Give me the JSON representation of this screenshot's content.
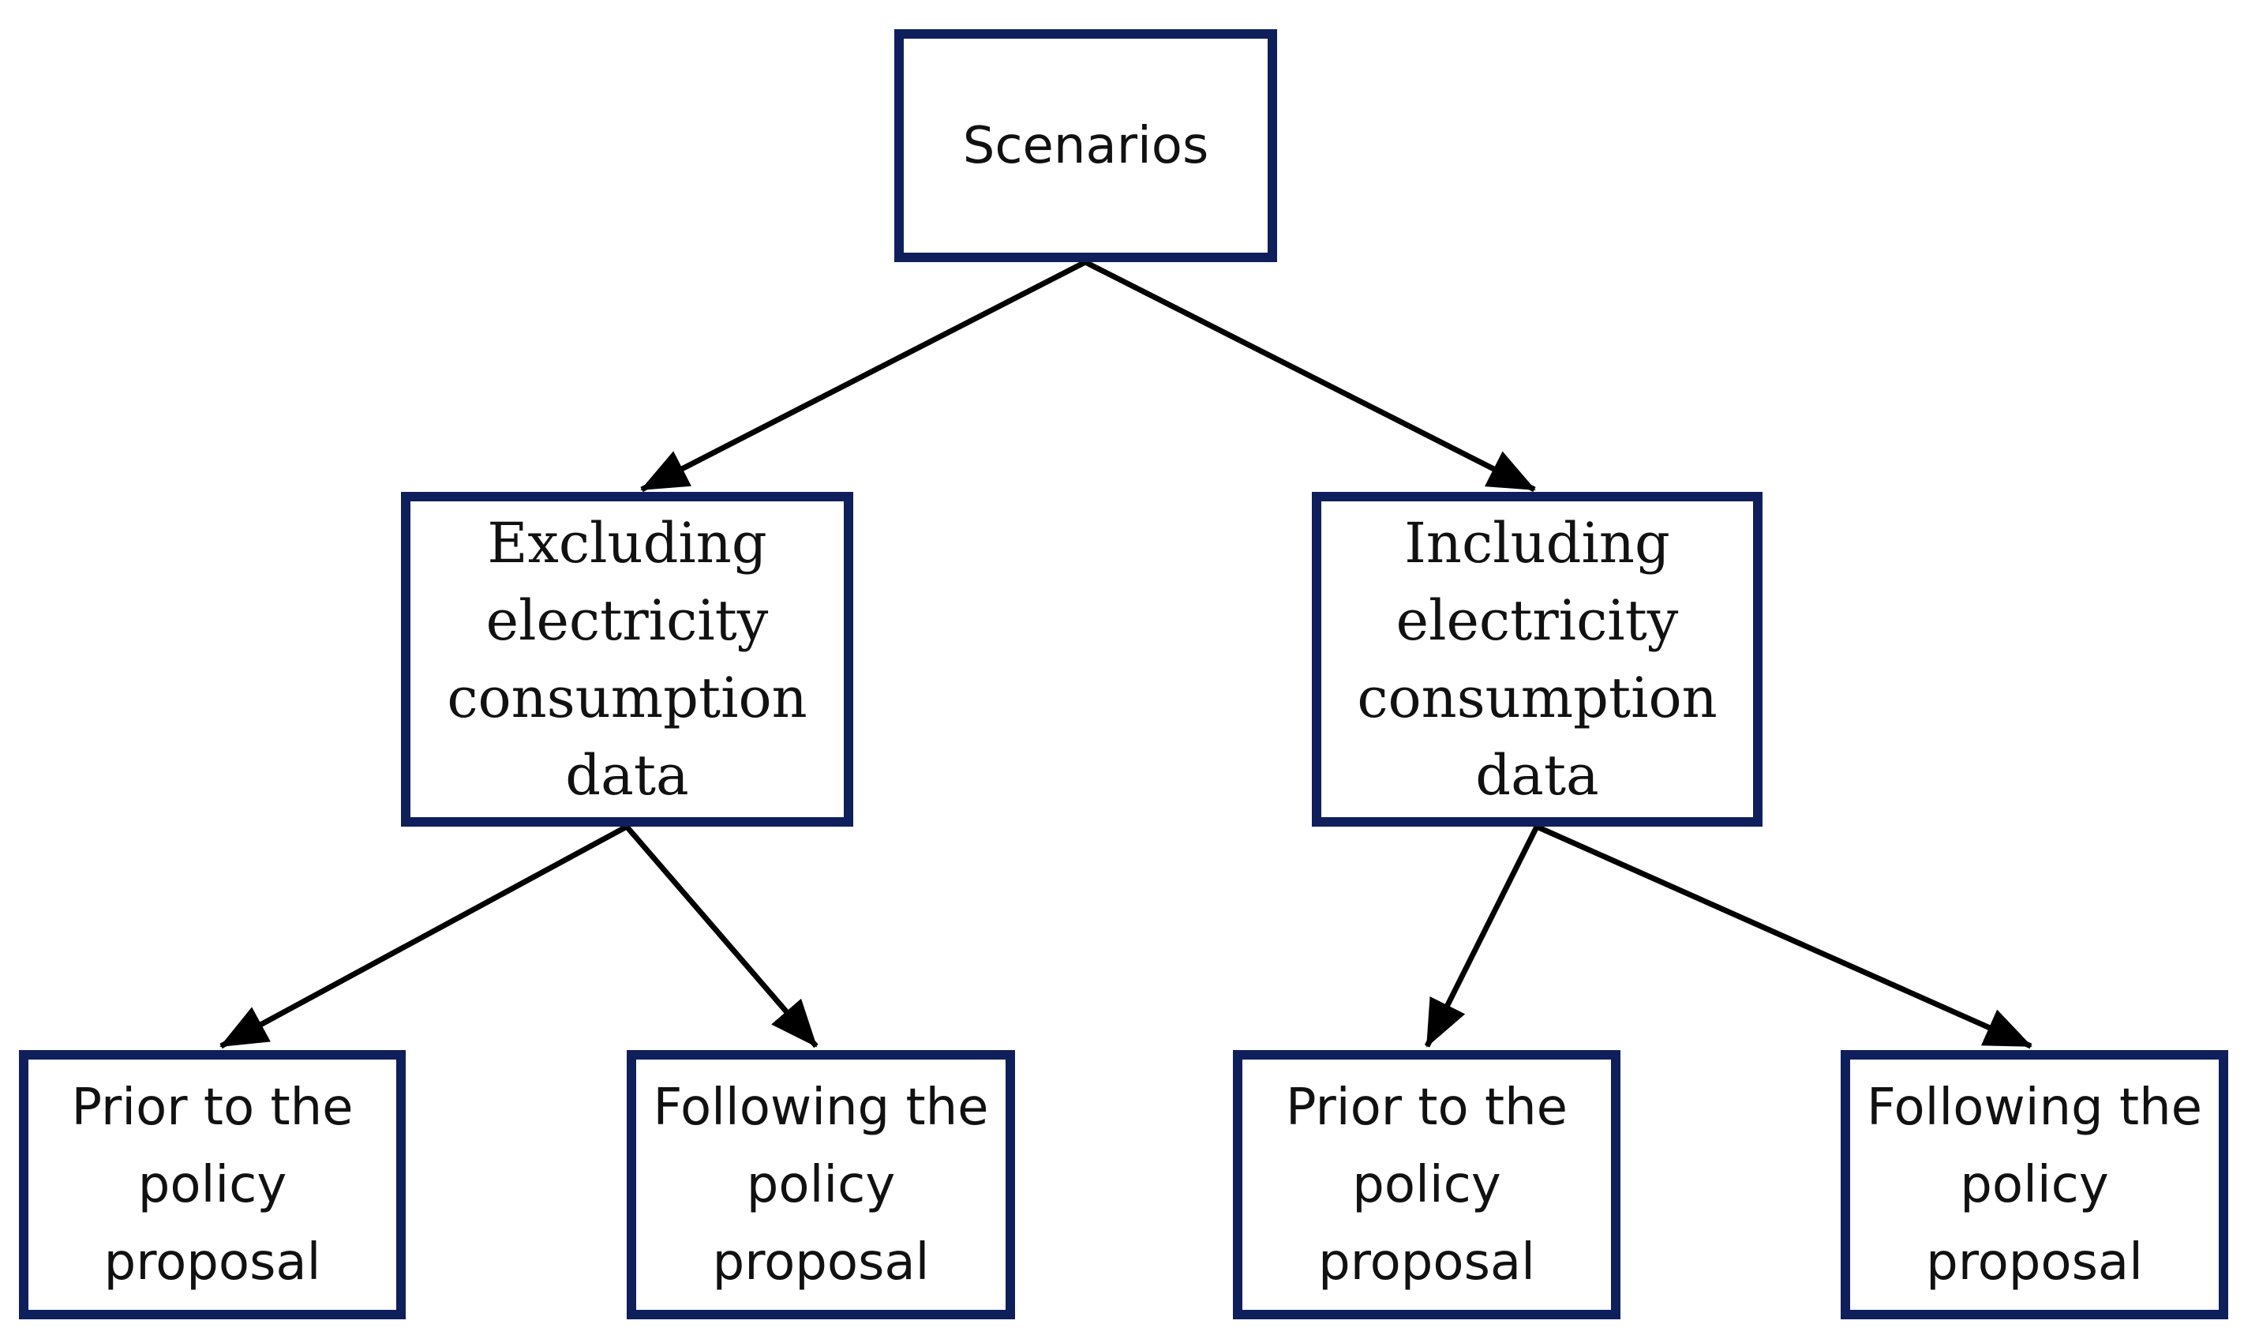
{
  "colors": {
    "box_border": "#0f1f5c",
    "arrow": "#000000",
    "text": "#111111",
    "background": "#ffffff"
  },
  "nodes": {
    "root": {
      "label": "Scenarios"
    },
    "excluding": {
      "label": "Excluding\nelectricity\nconsumption\ndata"
    },
    "including": {
      "label": "Including\nelectricity\nconsumption\ndata"
    },
    "excluding_prior": {
      "label": "Prior to the\npolicy\nproposal"
    },
    "excluding_following": {
      "label": "Following the\npolicy\nproposal"
    },
    "including_prior": {
      "label": "Prior to the\npolicy\nproposal"
    },
    "including_following": {
      "label": "Following the\npolicy\nproposal"
    }
  },
  "edges": [
    {
      "from": "root",
      "to": "excluding"
    },
    {
      "from": "root",
      "to": "including"
    },
    {
      "from": "excluding",
      "to": "excluding_prior"
    },
    {
      "from": "excluding",
      "to": "excluding_following"
    },
    {
      "from": "including",
      "to": "including_prior"
    },
    {
      "from": "including",
      "to": "including_following"
    }
  ]
}
